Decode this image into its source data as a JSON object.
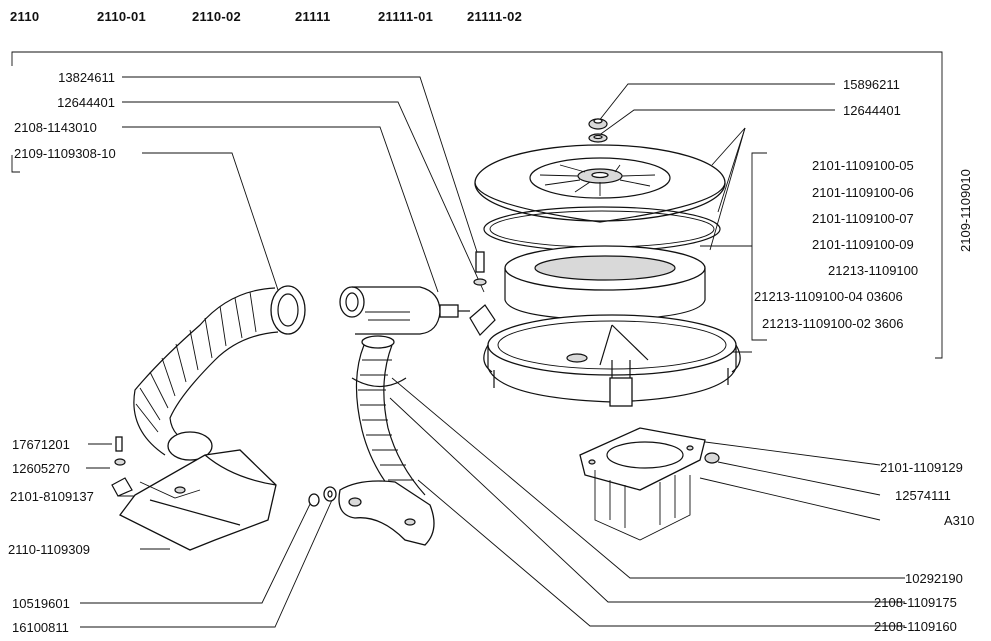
{
  "header": {
    "models": [
      "2110",
      "2110-01",
      "2110-02",
      "21111",
      "21111-01",
      "21111-02"
    ]
  },
  "left_labels": {
    "l1": "13824611",
    "l2": "12644401",
    "l3": "2108-1143010",
    "l4": "2109-1109308-10",
    "l5": "17671201",
    "l6": "12605270",
    "l7": "2101-8109137",
    "l8": "2110-1109309",
    "l9": "10519601",
    "l10": "16100811"
  },
  "right_labels": {
    "r1": "15896211",
    "r2": "12644401",
    "r3": "2101-1109129",
    "r4": "12574111",
    "r5": "A310",
    "r6": "10292190",
    "r7": "2108-1109175",
    "r8": "2108-1109160"
  },
  "filter_group": {
    "vertical_label": "2109-1109010",
    "items": [
      "2101-1109100-05",
      "2101-1109100-06",
      "2101-1109100-07",
      "2101-1109100-09",
      "21213-1109100",
      "21213-1109100-04 03606",
      "21213-1109100-02 3606"
    ]
  }
}
